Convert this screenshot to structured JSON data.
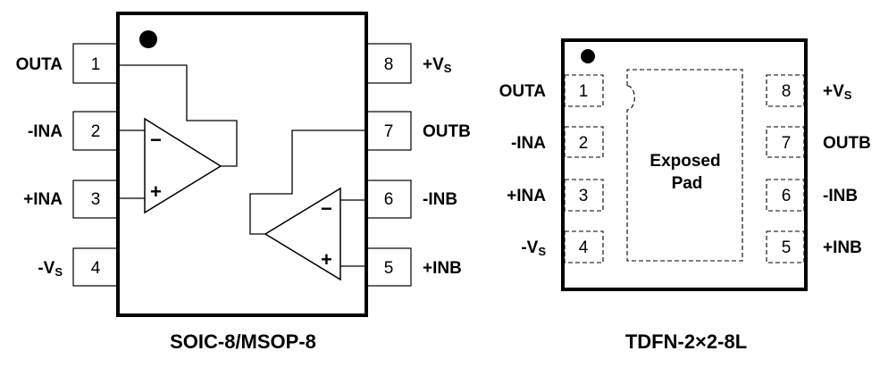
{
  "packages": [
    {
      "name": "SOIC-8/MSOP-8",
      "caption": "SOIC-8/MSOP-8",
      "pins": [
        {
          "number": "1",
          "label": "OUTA",
          "sub": ""
        },
        {
          "number": "2",
          "label": "-INA",
          "sub": ""
        },
        {
          "number": "3",
          "label": "+INA",
          "sub": ""
        },
        {
          "number": "4",
          "label": "-V",
          "sub": "S"
        },
        {
          "number": "5",
          "label": "+INB",
          "sub": ""
        },
        {
          "number": "6",
          "label": "-INB",
          "sub": ""
        },
        {
          "number": "7",
          "label": "OUTB",
          "sub": ""
        },
        {
          "number": "8",
          "label": "+V",
          "sub": "S"
        }
      ],
      "amplifiers": [
        {
          "name": "A",
          "minus": "−",
          "plus": "+"
        },
        {
          "name": "B",
          "minus": "−",
          "plus": "+"
        }
      ]
    },
    {
      "name": "TDFN-2×2-8L",
      "caption": "TDFN-2×2-8L",
      "exposed_pad": {
        "line1": "Exposed",
        "line2": "Pad"
      },
      "pins": [
        {
          "number": "1",
          "label": "OUTA",
          "sub": ""
        },
        {
          "number": "2",
          "label": "-INA",
          "sub": ""
        },
        {
          "number": "3",
          "label": "+INA",
          "sub": ""
        },
        {
          "number": "4",
          "label": "-V",
          "sub": "S"
        },
        {
          "number": "5",
          "label": "+INB",
          "sub": ""
        },
        {
          "number": "6",
          "label": "-INB",
          "sub": ""
        },
        {
          "number": "7",
          "label": "OUTB",
          "sub": ""
        },
        {
          "number": "8",
          "label": "+V",
          "sub": "S"
        }
      ]
    }
  ]
}
